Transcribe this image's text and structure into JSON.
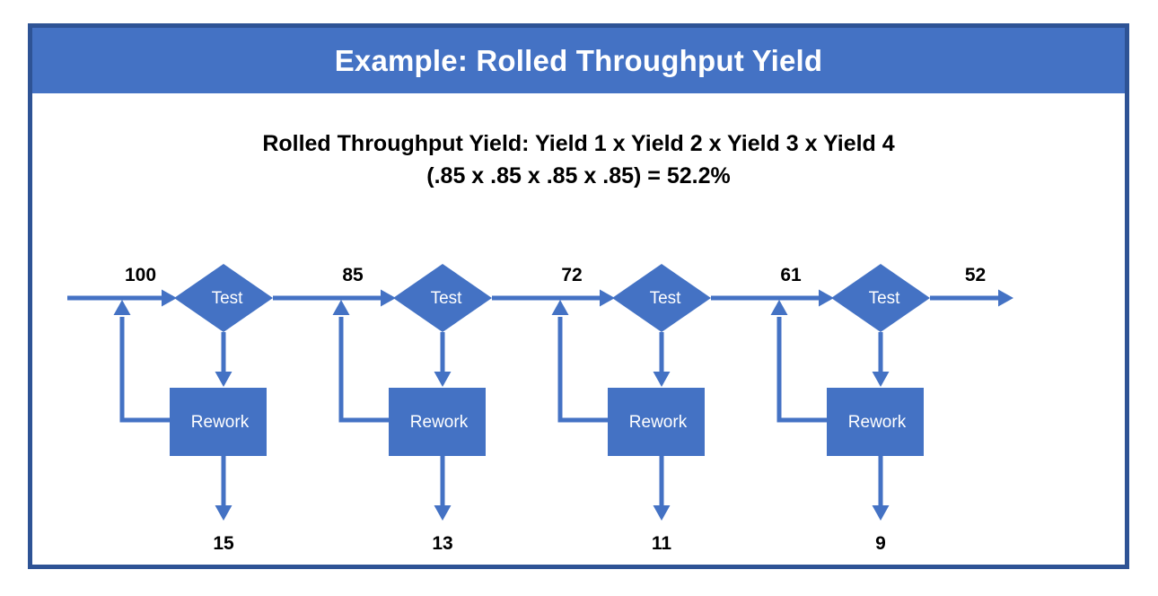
{
  "slide": {
    "title": "Example: Rolled Throughput Yield",
    "subtitle_line_1": "Rolled Throughput Yield:  Yield 1 x Yield 2 x Yield 3 x Yield 4",
    "subtitle_line_2": "(.85 x .85 x .85 x .85) = 52.2%",
    "colors": {
      "title_bar": "#4472C4",
      "frame_border": "#2E5395",
      "shape_fill": "#4472C4",
      "shape_label": "#FFFFFF",
      "number_text": "#000000",
      "background": "#FFFFFF"
    }
  },
  "diagram": {
    "type": "process-flow",
    "stage_count": 4,
    "test_label": "Test",
    "rework_label": "Rework",
    "input_quantity": "100",
    "output_quantity": "52",
    "stages": [
      {
        "index": 1,
        "test_label": "Test",
        "rework_label": "Rework",
        "input": "100",
        "output": "85",
        "scrap": "15",
        "yield": ".85"
      },
      {
        "index": 2,
        "test_label": "Test",
        "rework_label": "Rework",
        "input": "85",
        "output": "72",
        "scrap": "13",
        "yield": ".85"
      },
      {
        "index": 3,
        "test_label": "Test",
        "rework_label": "Rework",
        "input": "72",
        "output": "61",
        "scrap": "11",
        "yield": ".85"
      },
      {
        "index": 4,
        "test_label": "Test",
        "rework_label": "Rework",
        "input": "61",
        "output": "52",
        "scrap": "9",
        "yield": ".85"
      }
    ]
  }
}
